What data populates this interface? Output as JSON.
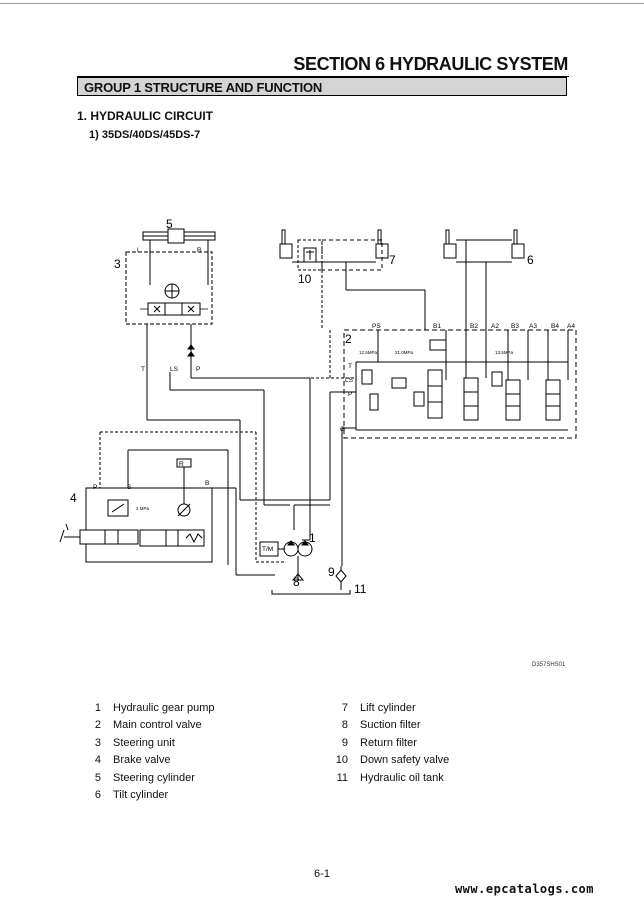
{
  "header": {
    "section_title": "SECTION 6 HYDRAULIC SYSTEM",
    "group_title": "GROUP 1 STRUCTURE AND FUNCTION"
  },
  "headings": {
    "h1": "1. HYDRAULIC CIRCUIT",
    "h2": "1) 35DS/40DS/45DS-7"
  },
  "diagram": {
    "drawing_code": "D357SHS01",
    "callouts": [
      "5",
      "3",
      "7",
      "10",
      "6",
      "2",
      "4",
      "1",
      "8",
      "9",
      "11"
    ],
    "labels": {
      "L": "L",
      "R": "R",
      "T": "T",
      "LS": "LS",
      "P": "P",
      "PS": "PS",
      "B1": "B1",
      "B2": "B2",
      "B3": "B3",
      "A2": "A2",
      "A3": "A3",
      "B4": "B4",
      "A4": "A4",
      "G": "G",
      "S": "S",
      "B": "B",
      "TM": "T/M",
      "p1": "12.5MPa",
      "p2": "21.0MPa",
      "p3": "13.5MPa",
      "p4": "2 MPa"
    }
  },
  "legend": {
    "left": [
      {
        "num": "1",
        "label": "Hydraulic gear pump"
      },
      {
        "num": "2",
        "label": "Main control valve"
      },
      {
        "num": "3",
        "label": "Steering unit"
      },
      {
        "num": "4",
        "label": "Brake valve"
      },
      {
        "num": "5",
        "label": "Steering cylinder"
      },
      {
        "num": "6",
        "label": "Tilt cylinder"
      }
    ],
    "right": [
      {
        "num": "7",
        "label": "Lift cylinder"
      },
      {
        "num": "8",
        "label": "Suction filter"
      },
      {
        "num": "9",
        "label": "Return filter"
      },
      {
        "num": "10",
        "label": "Down safety valve"
      },
      {
        "num": "11",
        "label": "Hydraulic oil tank"
      }
    ]
  },
  "footer": {
    "page_number": "6-1",
    "watermark": "www.epcatalogs.com"
  }
}
